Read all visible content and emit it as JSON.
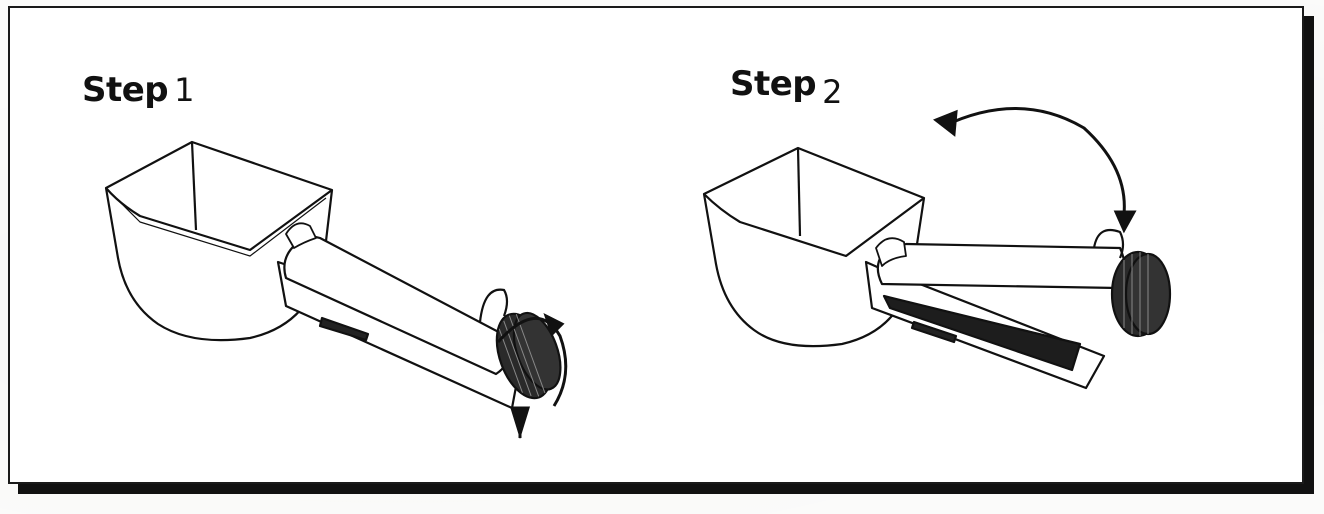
{
  "steps": [
    {
      "word": "Step",
      "number": "1"
    },
    {
      "word": "Step",
      "number": "2"
    }
  ],
  "icons": {
    "step1_arrow": "rotate-knob-arrow-icon",
    "step2_arrow": "swing-open-arrow-icon"
  },
  "colors": {
    "ink": "#111111",
    "paper": "#ffffff",
    "shadow": "#111111"
  }
}
